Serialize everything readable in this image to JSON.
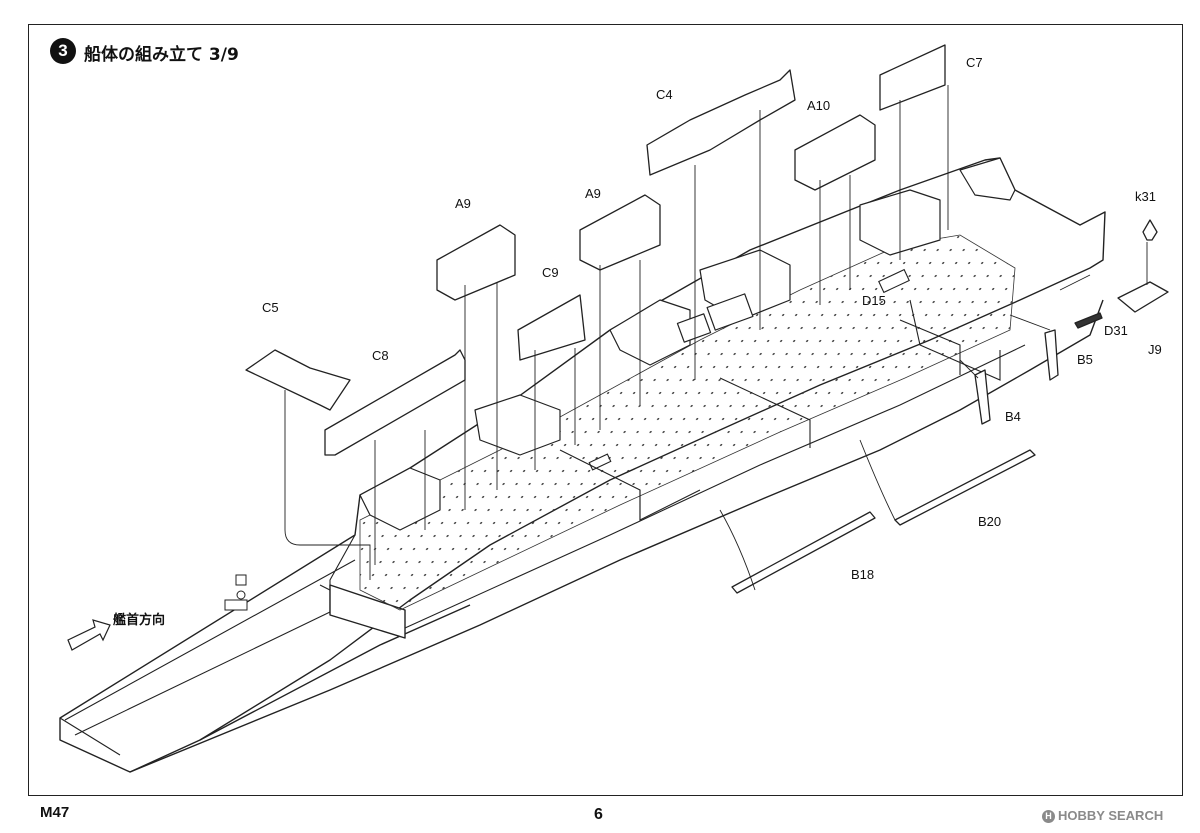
{
  "step": {
    "number": "3",
    "title": "船体の組み立て 3/9"
  },
  "direction_label": "艦首方向",
  "parts": [
    {
      "id": "c5",
      "label": "C5"
    },
    {
      "id": "c8",
      "label": "C8"
    },
    {
      "id": "a9_left",
      "label": "A9"
    },
    {
      "id": "a9_right",
      "label": "A9"
    },
    {
      "id": "c9",
      "label": "C9"
    },
    {
      "id": "c4",
      "label": "C4"
    },
    {
      "id": "a10",
      "label": "A10"
    },
    {
      "id": "c7",
      "label": "C7"
    },
    {
      "id": "k31",
      "label": "k31"
    },
    {
      "id": "d15",
      "label": "D15"
    },
    {
      "id": "d31",
      "label": "D31"
    },
    {
      "id": "j9",
      "label": "J9"
    },
    {
      "id": "b5",
      "label": "B5"
    },
    {
      "id": "b4",
      "label": "B4"
    },
    {
      "id": "b20",
      "label": "B20"
    },
    {
      "id": "b18",
      "label": "B18"
    }
  ],
  "footer": {
    "model_code": "M47",
    "page_number": "6"
  },
  "watermark": {
    "mark": "H",
    "text": "HOBBY SEARCH"
  }
}
